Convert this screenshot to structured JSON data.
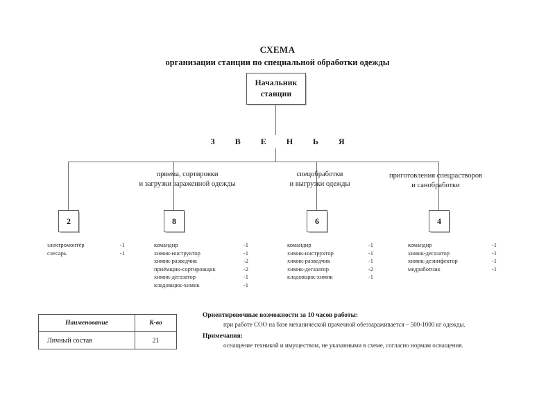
{
  "document": {
    "title_main": "СХЕМА",
    "title_sub": "организации станции по специальной обработки одежды"
  },
  "chief": {
    "line1": "Начальник",
    "line2": "станции"
  },
  "units_heading": "З В Е Н Ь Я",
  "branches": [
    {
      "label_line1": "приема, сортировки",
      "label_line2": "и загрузки зараженной одежды",
      "count": "8",
      "staff": [
        {
          "role": "командир",
          "qty": "-1"
        },
        {
          "role": "химик-инструктор",
          "qty": "-1"
        },
        {
          "role": "химик-разведчик",
          "qty": "-2"
        },
        {
          "role": "приёмщик-сортировщик",
          "qty": "-2"
        },
        {
          "role": "химик-дегазатор",
          "qty": "-1"
        },
        {
          "role": "кладовщик-химик",
          "qty": "-1"
        }
      ]
    },
    {
      "label_line1": "спецобработки",
      "label_line2": "и выгрузки одежды",
      "count": "6",
      "staff": [
        {
          "role": "командир",
          "qty": "-1"
        },
        {
          "role": "химик-инструктор",
          "qty": "-1"
        },
        {
          "role": "химик-разведчик",
          "qty": "-1"
        },
        {
          "role": "химик-дегазатор",
          "qty": "-2"
        },
        {
          "role": "кладовщик-химик",
          "qty": "-1"
        }
      ]
    },
    {
      "label_line1": "приготовления спецрастворов",
      "label_line2": "и санобработки",
      "count": "4",
      "staff": [
        {
          "role": "командир",
          "qty": "-1"
        },
        {
          "role": "химик-дегазатор",
          "qty": "-1"
        },
        {
          "role": "химик-дезинфектор",
          "qty": "-1"
        },
        {
          "role": "медработник",
          "qty": "-1"
        }
      ]
    }
  ],
  "unlabeled_unit": {
    "count": "2",
    "staff": [
      {
        "role": "электромонтёр",
        "qty": "-1"
      },
      {
        "role": "слесарь",
        "qty": "-1"
      }
    ]
  },
  "summary_table": {
    "headers": [
      "Наименование",
      "К-во"
    ],
    "rows": [
      {
        "name": "Личный состав",
        "qty": "21"
      }
    ]
  },
  "notes": [
    {
      "heading": "Ориентировочные возможности за 10 часов работы:",
      "body": "при работе СОО на базе механической прачечной обеззараживается – 500-1000 кг одежды."
    },
    {
      "heading": "Примечания:",
      "body": "оснащение техникой и имуществом, не указанными в схеме, согласно нормам оснащения."
    }
  ]
}
